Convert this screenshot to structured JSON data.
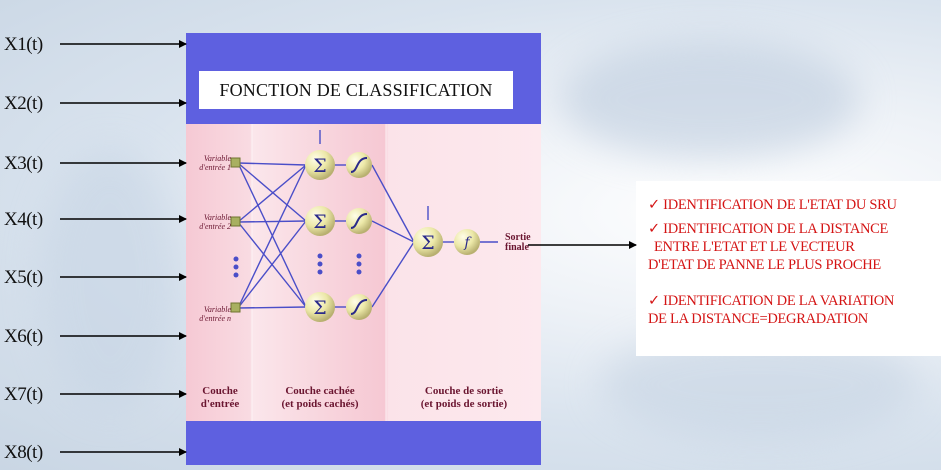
{
  "inputs": [
    "X1(t)",
    "X2(t)",
    "X3(t)",
    "X4(t)",
    "X5(t)",
    "X6(t)",
    "X7(t)",
    "X8(t)"
  ],
  "title": "FONCTION DE CLASSIFICATION",
  "variables": {
    "v1_line1": "Variable",
    "v1_line2": "d'entrée 1",
    "v2_line1": "Variable",
    "v2_line2": "d'entrée 2",
    "vn_line1": "Variable",
    "vn_line2": "d'entrée n"
  },
  "output_label": {
    "line1": "Sortie",
    "line2": "finale"
  },
  "layers": {
    "input": {
      "line1": "Couche",
      "line2": "d'entrée"
    },
    "hidden": {
      "line1": "Couche cachée",
      "line2": "(et poids cachés)"
    },
    "output": {
      "line1": "Couche de sortie",
      "line2": "(et poids de sortie)"
    }
  },
  "results": {
    "r1": "✓ IDENTIFICATION DE L'ETAT DU SRU",
    "r2_line1": "✓ IDENTIFICATION DE LA DISTANCE",
    "r2_line2": "ENTRE L'ETAT ET LE  VECTEUR",
    "r2_line3": "D'ETAT DE PANNE LE PLUS PROCHE",
    "r3_line1": "✓ IDENTIFICATION DE LA VARIATION",
    "r3_line2": "DE LA DISTANCE=DEGRADATION"
  },
  "symbols": {
    "sum": "Σ"
  },
  "colors": {
    "panel": "#5e60e0",
    "result_text": "#d41414",
    "network_lines": "#4a4ec8"
  }
}
